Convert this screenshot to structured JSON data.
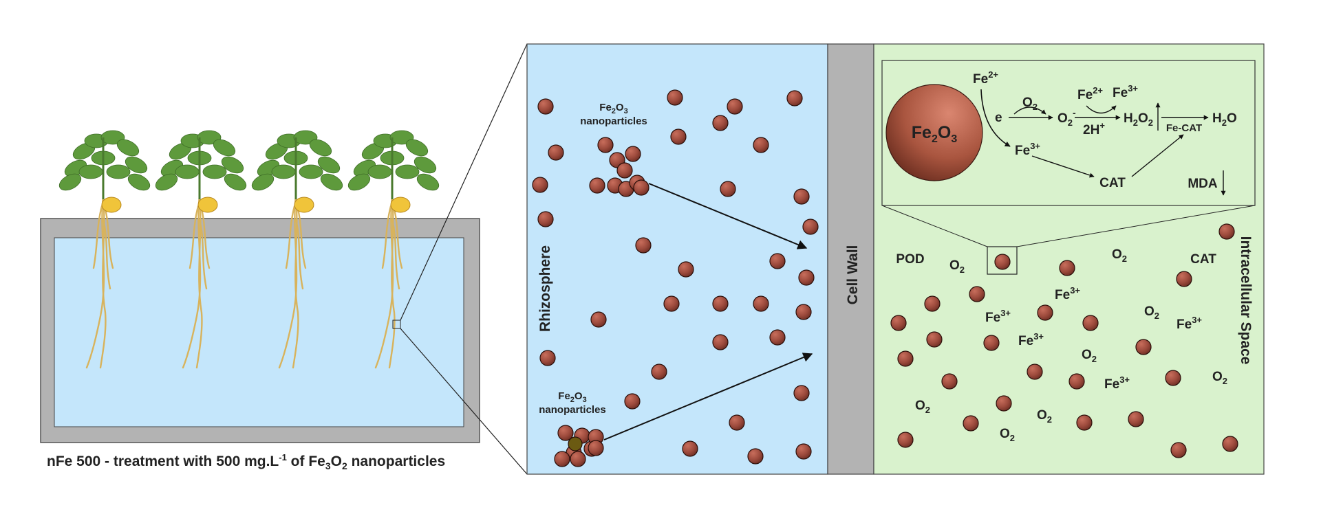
{
  "caption": {
    "prefix": "nFe 500 - treatment with 500 mg.L",
    "unit_exp": "-1",
    "middle": " of Fe",
    "sub1": "3",
    "o_letter": "O",
    "sub2": "2",
    "suffix": " nanoparticles"
  },
  "rhizosphere": {
    "label": "Rhizosphere",
    "cluster_top_label": {
      "line1_pre": "Fe",
      "line1_sub1": "2",
      "line1_mid": "O",
      "line1_sub2": "3",
      "line2": "nanoparticles"
    },
    "cluster_bottom_label": {
      "line1_pre": "Fe",
      "line1_sub1": "2",
      "line1_mid": "O",
      "line1_sub2": "3",
      "line2": "nanoparticles"
    }
  },
  "cell_wall": {
    "label": "Cell Wall"
  },
  "intracellular": {
    "label": "Intracellular Space",
    "pod": "POD",
    "cat": "CAT",
    "o2": {
      "letter": "O",
      "sub": "2"
    },
    "fe3": {
      "letter": "Fe",
      "sup": "3+"
    }
  },
  "inset": {
    "particle": {
      "pre": "Fe",
      "sub1": "2",
      "mid": "O",
      "sub2": "3"
    },
    "fe2": {
      "letter": "Fe",
      "sup": "2+"
    },
    "fe3": {
      "letter": "Fe",
      "sup": "3+"
    },
    "e": "e",
    "o2_top": {
      "letter": "O",
      "sub": "2"
    },
    "superoxide": {
      "letter": "O",
      "sub": "2",
      "sup": "-"
    },
    "two_h": {
      "text": "2H",
      "sup": "+"
    },
    "h2o2": {
      "a": "H",
      "s1": "2",
      "b": "O",
      "s2": "2"
    },
    "fe_cat": "Fe-CAT",
    "h2o": {
      "a": "H",
      "s1": "2",
      "b": "O"
    },
    "cat": "CAT",
    "mda": "MDA"
  },
  "colors": {
    "particle": "#9c4a3c",
    "particle_dark": "#5a2218",
    "particle_light": "#d17a67",
    "water": "#c4e6fb",
    "cytoplasm": "#d9f2cd",
    "wall": "#b3b3b3",
    "tank": "#b3b3b3",
    "root": "#d8b35c",
    "leaf": "#5e9a3c",
    "bulb": "#f0c43a"
  },
  "icons": [
    "plant-icon",
    "nanoparticle-icon",
    "arrow-icon"
  ]
}
